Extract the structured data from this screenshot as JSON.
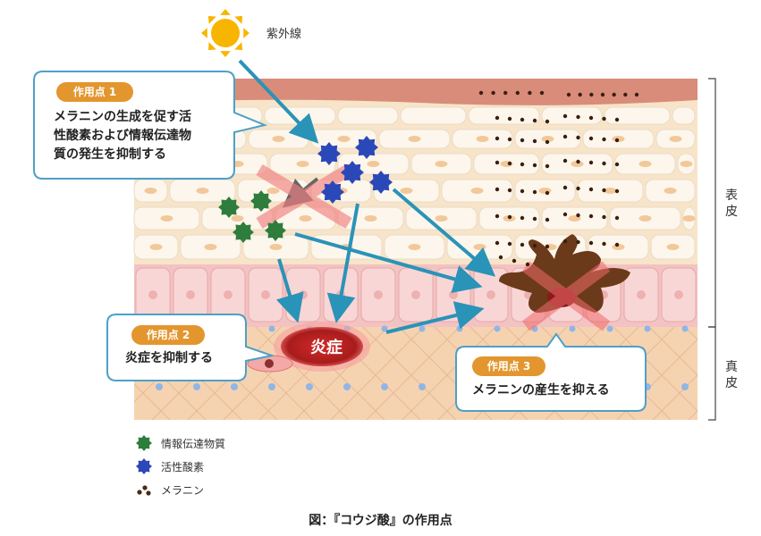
{
  "sun_label": "紫外線",
  "callouts": [
    {
      "badge": "作用点 1",
      "lines": [
        "メラニンの生成を促す活",
        "性酸素および情報伝達物",
        "質の発生を抑制する"
      ]
    },
    {
      "badge": "作用点 2",
      "lines": [
        "炎症を抑制する"
      ]
    },
    {
      "badge": "作用点 3",
      "lines": [
        "メラニンの産生を抑える"
      ]
    }
  ],
  "inflammation_label": "炎症",
  "layer_labels": {
    "epidermis": "表皮",
    "dermis": "真皮"
  },
  "legend": [
    {
      "label": "情報伝達物質",
      "icon": "green-starburst-icon",
      "color": "#2e7d3c"
    },
    {
      "label": "活性酸素",
      "icon": "blue-starburst-icon",
      "color": "#2b48b8"
    },
    {
      "label": "メラニン",
      "icon": "brown-dots-icon",
      "color": "#4a2a14"
    }
  ],
  "caption": "図：『コウジ酸』の作用点",
  "colors": {
    "arrow": "#2a93b8",
    "callout_border": "#4da0c7",
    "badge": "#e3962e",
    "cross": "#f08080",
    "inflammation": "#b01e1e",
    "melanocyte": "#6b3a1a"
  }
}
